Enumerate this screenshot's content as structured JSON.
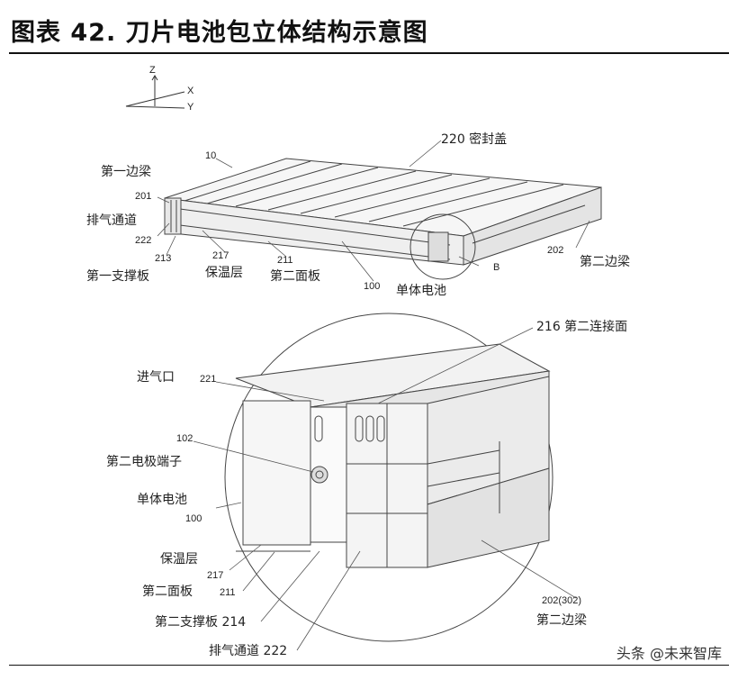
{
  "title": "图表 42. 刀片电池包立体结构示意图",
  "axes": {
    "z": "Z",
    "x": "X",
    "y": "Y"
  },
  "top_diagram": {
    "ref_10": "10",
    "cover": "220 密封盖",
    "first_side_beam": "第一边梁",
    "ref_201": "201",
    "exhaust_channel": "排气通道",
    "ref_222": "222",
    "ref_213": "213",
    "first_support_plate": "第一支撑板",
    "ref_217": "217",
    "insulation": "保温层",
    "ref_211": "211",
    "second_panel": "第二面板",
    "ref_100": "100",
    "single_cell": "单体电池",
    "detail_b": "B",
    "ref_202": "202",
    "second_side_beam": "第二边梁"
  },
  "detail_diagram": {
    "second_connect_face": "216  第二连接面",
    "air_inlet": "进气口",
    "ref_221": "221",
    "ref_102": "102",
    "second_electrode_terminal": "第二电极端子",
    "single_cell": "单体电池",
    "ref_100": "100",
    "insulation": "保温层",
    "ref_217": "217",
    "second_panel": "第二面板",
    "ref_211": "211",
    "second_support_plate": "第二支撑板 214",
    "exhaust_channel": "排气通道 222",
    "ref_202_302": "202(302)",
    "second_side_beam": "第二边梁"
  },
  "watermark": "头条 @未来智库"
}
